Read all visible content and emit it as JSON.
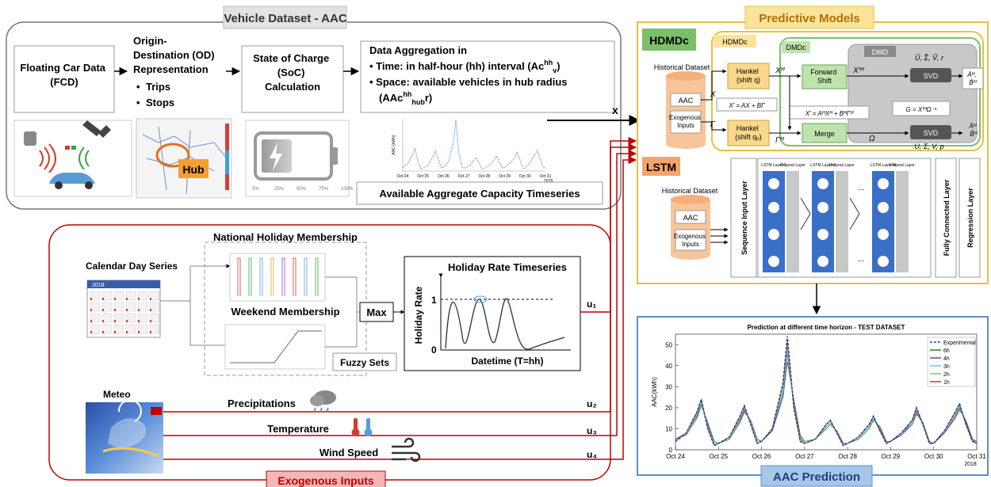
{
  "vehicle": {
    "title": "Vehicle Dataset - AAC",
    "fcd": [
      "Floating Car Data",
      "(FCD)"
    ],
    "od": [
      "Origin-",
      "Destination (OD)",
      "Representation"
    ],
    "od_items": [
      "Trips",
      "Stops"
    ],
    "soc": [
      "State of Charge",
      "(SoC)",
      "Calculation"
    ],
    "agg_title": "Data Aggregation in",
    "agg_time": "Time: in half-hour (hh) interval (Ac",
    "agg_time_sup": "hh",
    "agg_time_sub": "v",
    "agg_time_end": ")",
    "agg_space": "Space: available vehicles in hub radius",
    "agg_space2_pre": "(AAc",
    "agg_space2_sup": "hh",
    "agg_space2_sub": "hub",
    "agg_space2_end": "r)",
    "hub": "Hub",
    "soc_ticks": [
      "0%",
      "25%",
      "50%",
      "75%",
      "100%"
    ],
    "timeseries_title": "Available Aggregate Capacity Timeseries",
    "ts_xticks": [
      "Oct 24",
      "Oct 25",
      "Oct 26",
      "Oct 27",
      "Oct 28",
      "Oct 29",
      "Oct 30",
      "Oct 31"
    ],
    "ts_ylabel": "AAC (kWh)",
    "ts_year": "2018",
    "x_label": "x"
  },
  "predictive": {
    "title": "Predictive Models",
    "hdmdc": "HDMDc",
    "hdmdc_inner": "HDMDc",
    "dmdc": "DMDc",
    "dmd": "DMD",
    "historical": "Historical Dataset",
    "aac": "AAC",
    "exogenous": [
      "Exogenous",
      "Inputs"
    ],
    "hankel_q": [
      "Hankel",
      "(shift q)"
    ],
    "hankel_qu": [
      "Hankel",
      "(shift qᵤ)"
    ],
    "forward_shift": [
      "Forward",
      "Shift"
    ],
    "merge": "Merge",
    "svd": "SVD",
    "svd_top_label": "Ū, Σ̃, Ṽ, r",
    "svd_bottom_label": "U, Σ, V, p",
    "eq1": "X′ = AX + BΓ",
    "eq2": "X′ = AᴴXᴴ + BᴴΓᴴ",
    "eq3": "G = X′ᴴΩ⁻¹",
    "xh": "Xᴴ",
    "xph": "X′ᴴ",
    "gh": "Γᴴ",
    "omega": "Ω",
    "x": "X",
    "gamma": "Γ",
    "abar": [
      "Āᴴ,",
      "B̄ᴴ"
    ],
    "ahat": [
      "Âᴴ",
      "B̂ᴴ"
    ],
    "lstm": "LSTM",
    "seq_input": "Sequence Input Layer",
    "fc_layer": "Fully Connected Layer",
    "reg_layer": "Regression Layer",
    "lstm_layers": [
      "LSTM Layer-1",
      "LSTM Layer-2",
      "LSTM Layer-N"
    ],
    "dropout": "Dropout Layer",
    "dots": "..."
  },
  "exo": {
    "title": "Exogenous Inputs",
    "calendar": "Calendar Day Series",
    "cal_year": "2018",
    "national": "National Holiday Membership",
    "weekend": "Weekend Membership",
    "fuzzy": "Fuzzy Sets",
    "max": "Max",
    "holiday_title": "Holiday Rate Timeseries",
    "holiday_ylabel": "Holiday Rate",
    "holiday_xlabel": "Datetime (T=hh)",
    "holiday_ticks": [
      "1",
      "0"
    ],
    "meteo": "Meteo",
    "precip": "Precipitations",
    "temp": "Temperature",
    "wind": "Wind Speed",
    "u": [
      "u₁",
      "u₂",
      "u₃",
      "u₄"
    ]
  },
  "prediction": {
    "title": "AAC Prediction",
    "chart_title": "Prediction at different time horizon - TEST DATASET",
    "ylabel": "AAC(kWh)",
    "year": "2018",
    "legend": [
      "Experimental",
      "6h",
      "4h",
      "3h",
      "2h",
      "1h"
    ]
  },
  "chart_data": {
    "type": "line",
    "title": "Prediction at different time horizon - TEST DATASET",
    "xlabel": "",
    "ylabel": "AAC(kWh)",
    "categories": [
      "Oct 24",
      "Oct 25",
      "Oct 26",
      "Oct 27",
      "Oct 28",
      "Oct 29",
      "Oct 30",
      "Oct 31"
    ],
    "ylim": [
      0,
      55
    ],
    "yticks": [
      0,
      10,
      20,
      30,
      40,
      50
    ],
    "legend_position": "top-right",
    "colors": {
      "Experimental": "#1f4e99",
      "6h": "#2a7f3a",
      "4h": "#7d3aa8",
      "3h": "#6fc7e8",
      "2h": "#5fd36f",
      "1h": "#d6303a"
    },
    "x": [
      0,
      0.25,
      0.5,
      0.6,
      0.75,
      0.9,
      1,
      1.25,
      1.5,
      1.6,
      1.75,
      1.9,
      2,
      2.25,
      2.5,
      2.6,
      2.75,
      2.9,
      3,
      3.25,
      3.5,
      3.6,
      3.75,
      3.9,
      4,
      4.25,
      4.5,
      4.6,
      4.75,
      4.9,
      5,
      5.25,
      5.5,
      5.6,
      5.75,
      5.9,
      6,
      6.25,
      6.5,
      6.6,
      6.75,
      6.9,
      7
    ],
    "series": [
      {
        "name": "Experimental",
        "values": [
          4,
          8,
          18,
          24,
          10,
          2,
          3,
          6,
          16,
          21,
          12,
          3,
          4,
          10,
          32,
          54,
          20,
          4,
          3,
          5,
          12,
          14,
          8,
          2,
          3,
          6,
          12,
          16,
          9,
          3,
          4,
          8,
          14,
          20,
          12,
          3,
          3,
          9,
          18,
          22,
          12,
          4,
          3
        ]
      },
      {
        "name": "6h",
        "values": [
          5,
          7,
          15,
          21,
          13,
          4,
          3,
          5,
          13,
          18,
          14,
          5,
          4,
          9,
          25,
          42,
          24,
          7,
          4,
          5,
          10,
          12,
          9,
          3,
          3,
          5,
          10,
          14,
          11,
          4,
          4,
          7,
          12,
          17,
          13,
          4,
          3,
          8,
          15,
          19,
          14,
          5,
          4
        ]
      },
      {
        "name": "4h",
        "values": [
          5,
          8,
          16,
          22,
          12,
          3,
          3,
          6,
          14,
          19,
          13,
          4,
          4,
          9,
          27,
          46,
          22,
          6,
          3,
          5,
          11,
          13,
          8,
          3,
          3,
          6,
          11,
          15,
          10,
          4,
          4,
          7,
          13,
          18,
          12,
          4,
          3,
          8,
          16,
          20,
          13,
          5,
          3
        ]
      },
      {
        "name": "3h",
        "values": [
          4,
          8,
          17,
          22,
          11,
          3,
          3,
          6,
          15,
          20,
          13,
          4,
          4,
          10,
          28,
          48,
          21,
          5,
          3,
          5,
          11,
          13,
          8,
          2,
          3,
          6,
          11,
          15,
          9,
          3,
          4,
          8,
          13,
          19,
          12,
          3,
          3,
          9,
          17,
          21,
          12,
          4,
          3
        ]
      },
      {
        "name": "2h",
        "values": [
          4,
          8,
          17,
          23,
          11,
          2,
          3,
          6,
          15,
          20,
          12,
          3,
          4,
          10,
          30,
          50,
          21,
          5,
          3,
          5,
          12,
          14,
          8,
          2,
          3,
          6,
          12,
          15,
          9,
          3,
          4,
          8,
          14,
          19,
          12,
          3,
          3,
          9,
          17,
          21,
          12,
          4,
          3
        ]
      },
      {
        "name": "1h",
        "values": [
          4,
          8,
          18,
          24,
          10,
          2,
          3,
          6,
          16,
          21,
          12,
          3,
          4,
          10,
          31,
          52,
          20,
          4,
          3,
          5,
          12,
          14,
          8,
          2,
          3,
          6,
          12,
          16,
          9,
          3,
          4,
          8,
          14,
          20,
          12,
          3,
          3,
          9,
          18,
          22,
          12,
          4,
          3
        ]
      }
    ]
  }
}
